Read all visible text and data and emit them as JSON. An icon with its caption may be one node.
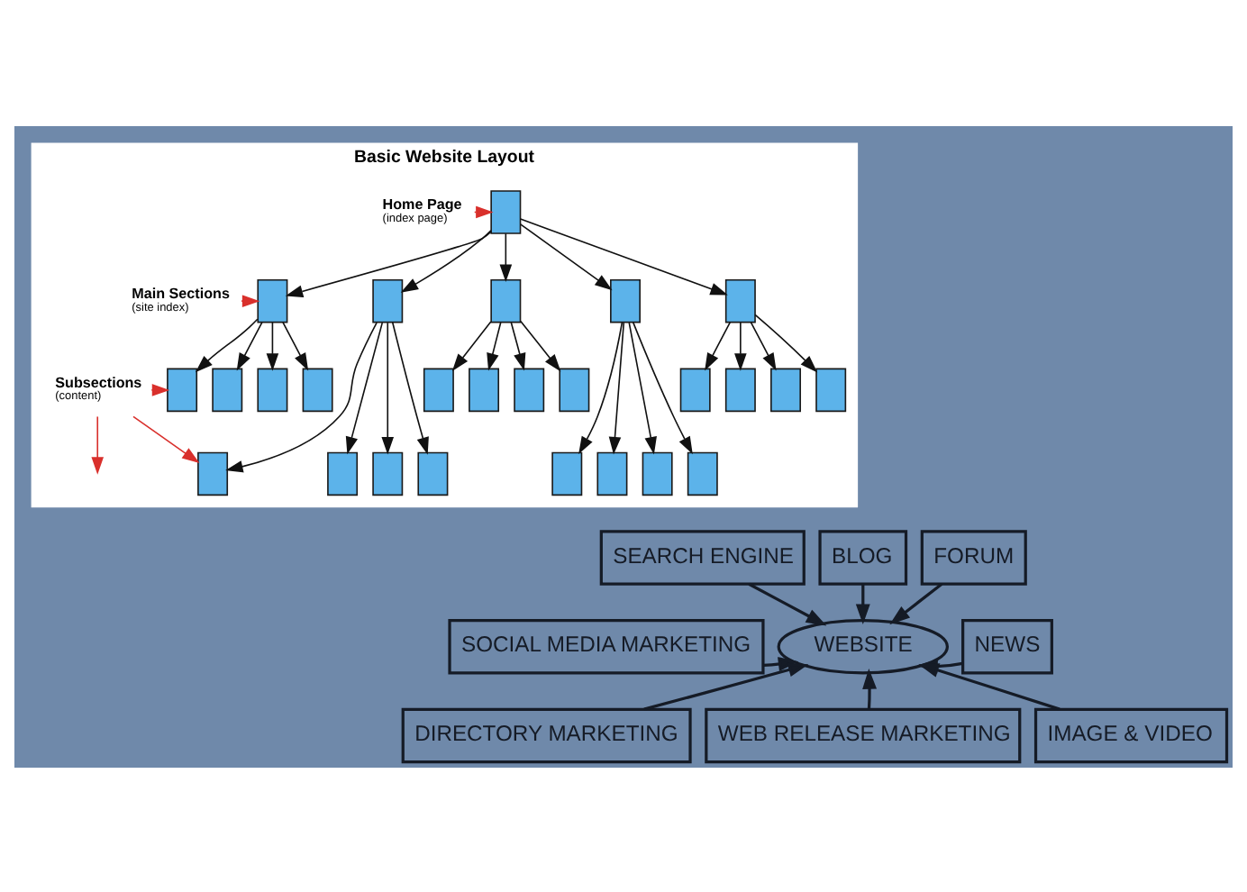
{
  "diagram": {
    "nodes": [
      {
        "text": [
          "Basic Website Layout"
        ]
      },
      {
        "text": [
          "Home Page",
          "(index page)"
        ],
        "in": 0
      },
      {
        "text": [],
        "shape": "box",
        "in": 0
      },
      {
        "text": [
          "Main Sections",
          "(site index)"
        ],
        "in": 0
      },
      {
        "text": [],
        "shape": "box",
        "in": 0
      },
      {
        "text": [],
        "shape": "box",
        "in": 0
      },
      {
        "text": [],
        "shape": "box",
        "in": 0
      },
      {
        "text": [],
        "shape": "box",
        "in": 0
      },
      {
        "text": [],
        "shape": "box",
        "in": 0
      },
      {
        "text": [
          "Subsections",
          "(content)"
        ],
        "in": 0
      },
      {
        "text": [],
        "shape": "box",
        "in": 0
      },
      {
        "text": [],
        "shape": "box",
        "in": 0
      },
      {
        "text": [],
        "shape": "box",
        "in": 0
      },
      {
        "text": [],
        "shape": "box",
        "in": 0
      },
      {
        "text": [],
        "shape": "box",
        "in": 0
      },
      {
        "text": [],
        "shape": "box",
        "in": 0
      },
      {
        "text": [],
        "shape": "box",
        "in": 0
      },
      {
        "text": [],
        "shape": "box",
        "in": 0
      },
      {
        "text": [],
        "shape": "box",
        "in": 0
      },
      {
        "text": [],
        "shape": "box",
        "in": 0
      },
      {
        "text": [],
        "shape": "box",
        "in": 0
      },
      {
        "text": [],
        "shape": "box",
        "in": 0
      },
      {
        "text": [],
        "shape": "box",
        "in": 0
      },
      {
        "text": [],
        "shape": "box",
        "in": 0
      },
      {
        "text": [],
        "shape": "box",
        "in": 0
      },
      {
        "text": [],
        "shape": "box",
        "in": 0
      },
      {
        "text": [],
        "shape": "box",
        "in": 0
      },
      {
        "text": [],
        "shape": "box",
        "in": 0
      },
      {
        "text": [],
        "shape": "box",
        "in": 0
      },
      {
        "text": [],
        "shape": "box",
        "in": 0
      },
      {
        "text": [
          "BLOG"
        ]
      },
      {
        "text": [
          "SEARCH ENGINE"
        ]
      },
      {
        "text": [
          "FORUM"
        ]
      },
      {
        "text": [
          "SOCIAL MEDIA MARKETING"
        ]
      },
      {
        "text": [
          "WEBSITE"
        ]
      },
      {
        "text": [
          "NEWS"
        ]
      },
      {
        "text": [
          "DIRECTORY MARKETING"
        ]
      },
      {
        "text": [
          "WEB RELEASE MARKETING"
        ]
      },
      {
        "text": [
          "IMAGE & VIDEO"
        ]
      }
    ],
    "edges": [
      {
        "from": 1,
        "to": 2,
        "arrow": "to",
        "color": "#d9302c"
      },
      {
        "from": 3,
        "to": 4,
        "arrow": "to",
        "color": "#d9302c"
      },
      {
        "from": 9,
        "to": 10,
        "arrow": "to",
        "color": "#d9302c"
      },
      {
        "from": 9,
        "to": null,
        "arrow": "to",
        "color": "#d9302c"
      },
      {
        "from": 9,
        "to": 22,
        "arrow": "to",
        "color": "#d9302c"
      },
      {
        "from": 2,
        "to": 4,
        "arrow": "to"
      },
      {
        "from": 2,
        "to": 5,
        "arrow": "to"
      },
      {
        "from": 2,
        "to": 6,
        "arrow": "to"
      },
      {
        "from": 2,
        "to": 7,
        "arrow": "to"
      },
      {
        "from": 2,
        "to": 8,
        "arrow": "to"
      },
      {
        "from": 4,
        "to": 10,
        "arrow": "to"
      },
      {
        "from": 4,
        "to": 11,
        "arrow": "to"
      },
      {
        "from": 4,
        "to": 12,
        "arrow": "to"
      },
      {
        "from": 4,
        "to": 13,
        "arrow": "to"
      },
      {
        "from": 6,
        "to": 14,
        "arrow": "to"
      },
      {
        "from": 6,
        "to": 15,
        "arrow": "to"
      },
      {
        "from": 6,
        "to": 16,
        "arrow": "to"
      },
      {
        "from": 6,
        "to": 17,
        "arrow": "to"
      },
      {
        "from": 8,
        "to": 18,
        "arrow": "to"
      },
      {
        "from": 8,
        "to": 19,
        "arrow": "to"
      },
      {
        "from": 8,
        "to": 20,
        "arrow": "to"
      },
      {
        "from": 8,
        "to": 21,
        "arrow": "to"
      },
      {
        "from": 5,
        "to": 22,
        "arrow": "to"
      },
      {
        "from": 5,
        "to": 23,
        "arrow": "to"
      },
      {
        "from": 5,
        "to": 24,
        "arrow": "to"
      },
      {
        "from": 5,
        "to": 25,
        "arrow": "to"
      },
      {
        "from": 7,
        "to": 26,
        "arrow": "to"
      },
      {
        "from": 7,
        "to": 27,
        "arrow": "to"
      },
      {
        "from": 7,
        "to": 28,
        "arrow": "to"
      },
      {
        "from": 7,
        "to": 29,
        "arrow": "to"
      },
      {
        "from": 30,
        "to": 34,
        "arrow": "to"
      },
      {
        "from": 31,
        "to": 34,
        "arrow": "to"
      },
      {
        "from": 32,
        "to": 34,
        "arrow": "to"
      },
      {
        "from": 33,
        "to": 34,
        "arrow": "to"
      },
      {
        "from": 35,
        "to": 34,
        "arrow": "to"
      },
      {
        "from": 36,
        "to": 34,
        "arrow": "to"
      },
      {
        "from": 37,
        "to": 34,
        "arrow": "to"
      },
      {
        "from": 38,
        "to": 34,
        "arrow": "to"
      }
    ]
  }
}
